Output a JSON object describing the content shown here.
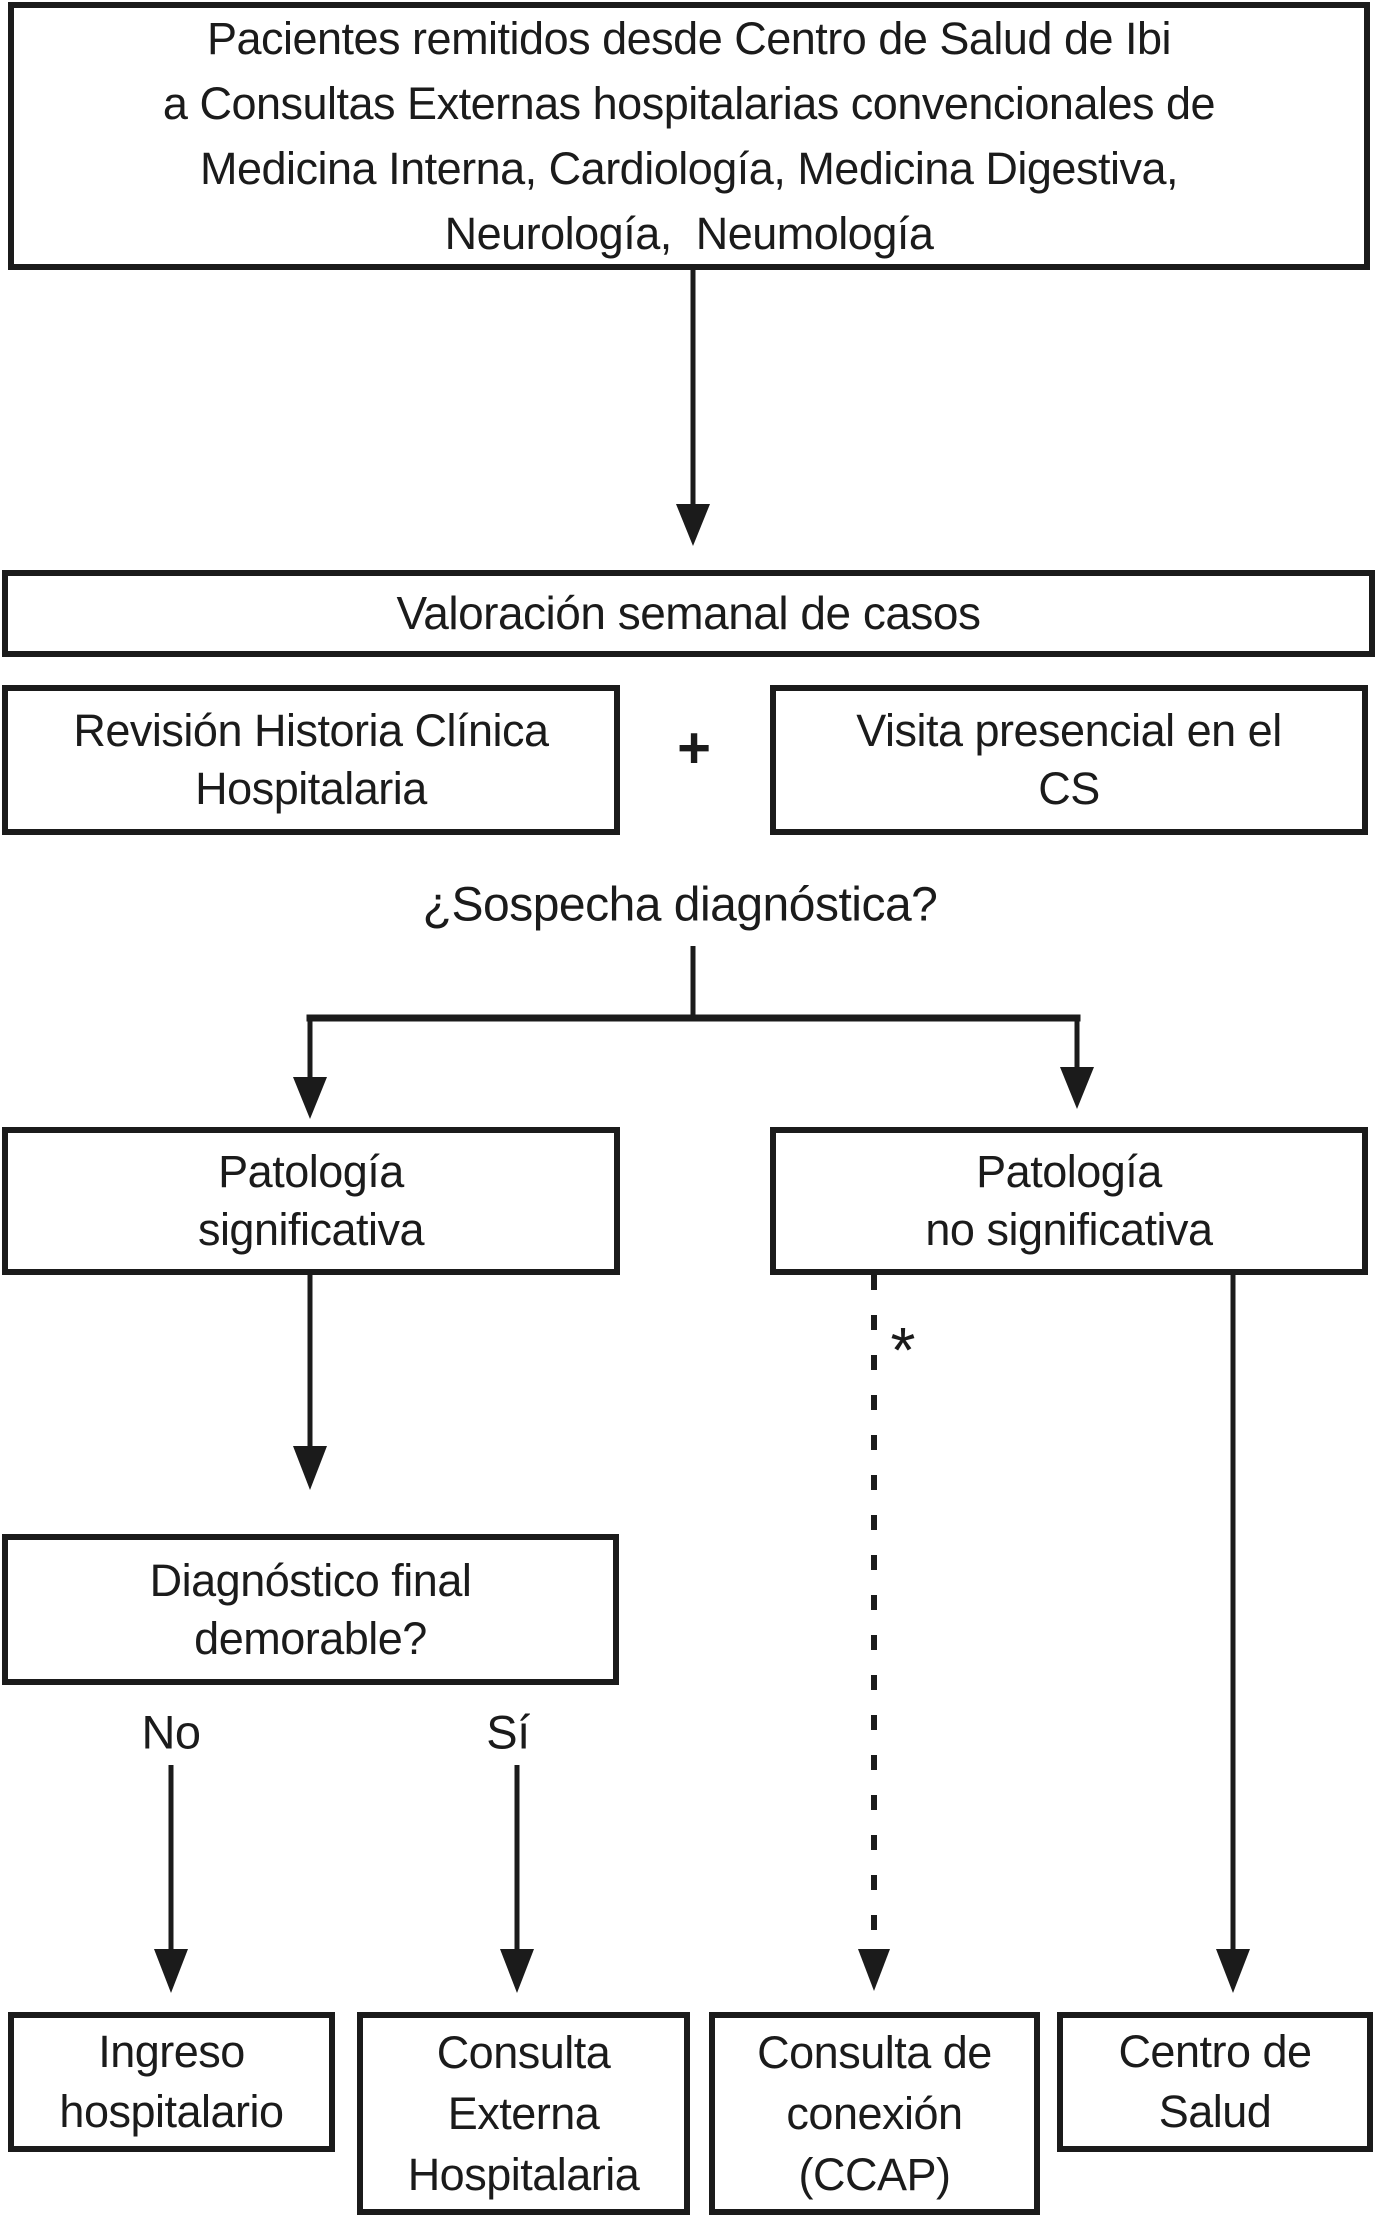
{
  "meta": {
    "ink_color": "#1b1b1b",
    "background_color": "#ffffff"
  },
  "flowchart": {
    "source_box": "Pacientes remitidos desde Centro de Salud de Ibi\na Consultas Externas hospitalarias convencionales de\nMedicina Interna, Cardiología, Medicina Digestiva,\nNeurología,  Neumología",
    "weekly_review_box": "Valoración semanal de casos",
    "chart_review_box": "Revisión Historia Clínica\nHospitalaria",
    "plus_sign": "+",
    "onsite_visit_box": "Visita presencial en el\nCS",
    "suspicion_question": "¿Sospecha diagnóstica?",
    "significant_pathology_box": "Patología\nsignificativa",
    "not_significant_pathology_box": "Patología\nno significativa",
    "final_diagnosis_box": "Diagnóstico final\ndemorable?",
    "no_label": "No",
    "yes_label": "Sí",
    "asterisk_note": "*",
    "hospital_admission_box": "Ingreso\nhospitalario",
    "outpatient_clinic_box": "Consulta\nExterna\nHospitalaria",
    "connection_clinic_box": "Consulta de\nconexión\n(CCAP)",
    "health_center_box": "Centro de\nSalud"
  }
}
